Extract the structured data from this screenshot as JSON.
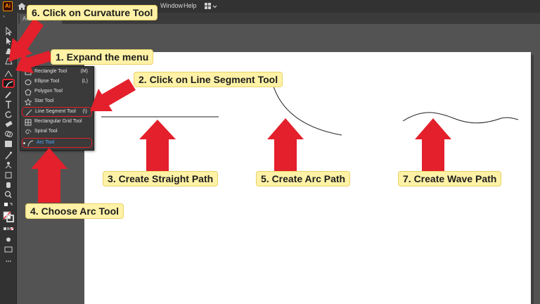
{
  "app": {
    "logo": "Ai",
    "tab_label": "An",
    "menu": [
      "Window",
      "Help"
    ]
  },
  "toolbar": {
    "grip": "»",
    "more": "..."
  },
  "flyout": {
    "items": [
      {
        "label": "Rectangle Tool",
        "shortcut": "(M)",
        "icon": "rectangle-icon"
      },
      {
        "label": "Ellipse Tool",
        "shortcut": "(L)",
        "icon": "ellipse-icon"
      },
      {
        "label": "Polygon Tool",
        "shortcut": "",
        "icon": "polygon-icon"
      },
      {
        "label": "Star Tool",
        "shortcut": "",
        "icon": "star-icon"
      },
      {
        "label": "Line Segment Tool",
        "shortcut": "(\\)",
        "icon": "line-segment-icon"
      },
      {
        "label": "Rectangular Grid Tool",
        "shortcut": "",
        "icon": "grid-icon"
      },
      {
        "label": "Spiral Tool",
        "shortcut": "",
        "icon": "spiral-icon"
      },
      {
        "label": "Arc Tool",
        "shortcut": "",
        "icon": "arc-icon"
      }
    ]
  },
  "callouts": {
    "step6": "6. Click on Curvature Tool",
    "step1": "1. Expand the menu",
    "step2": "2. Click on Line Segment Tool",
    "step3": "3. Create Straight Path",
    "step4": "4. Choose Arc Tool",
    "step5": "5. Create Arc Path",
    "step7": "7. Create Wave Path"
  },
  "colors": {
    "annotation_red": "#e3202b",
    "callout_bg": "#fff2a6",
    "selected_blue": "#4fa8ff"
  }
}
